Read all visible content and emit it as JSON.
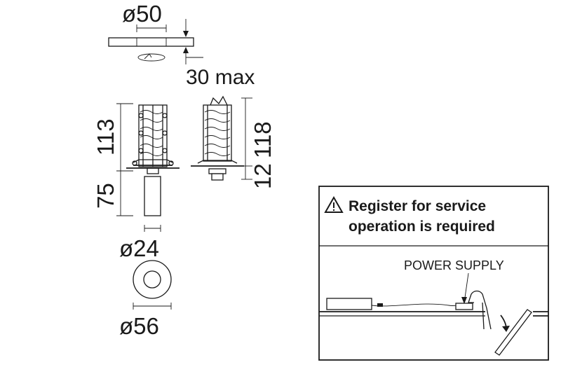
{
  "dimensions": {
    "top_diameter": "ø50",
    "max_thickness": "30 max",
    "height_left": "113",
    "socket_length": "75",
    "height_right_main": "118",
    "height_right_base": "12",
    "socket_diameter": "ø24",
    "flange_diameter": "ø56"
  },
  "notice": {
    "line1": "Register for service",
    "line2": "operation is required",
    "warning_icon": "warning-triangle-icon",
    "label": "POWER SUPPLY"
  },
  "colors": {
    "line": "#1a1a1a",
    "background": "#ffffff"
  }
}
